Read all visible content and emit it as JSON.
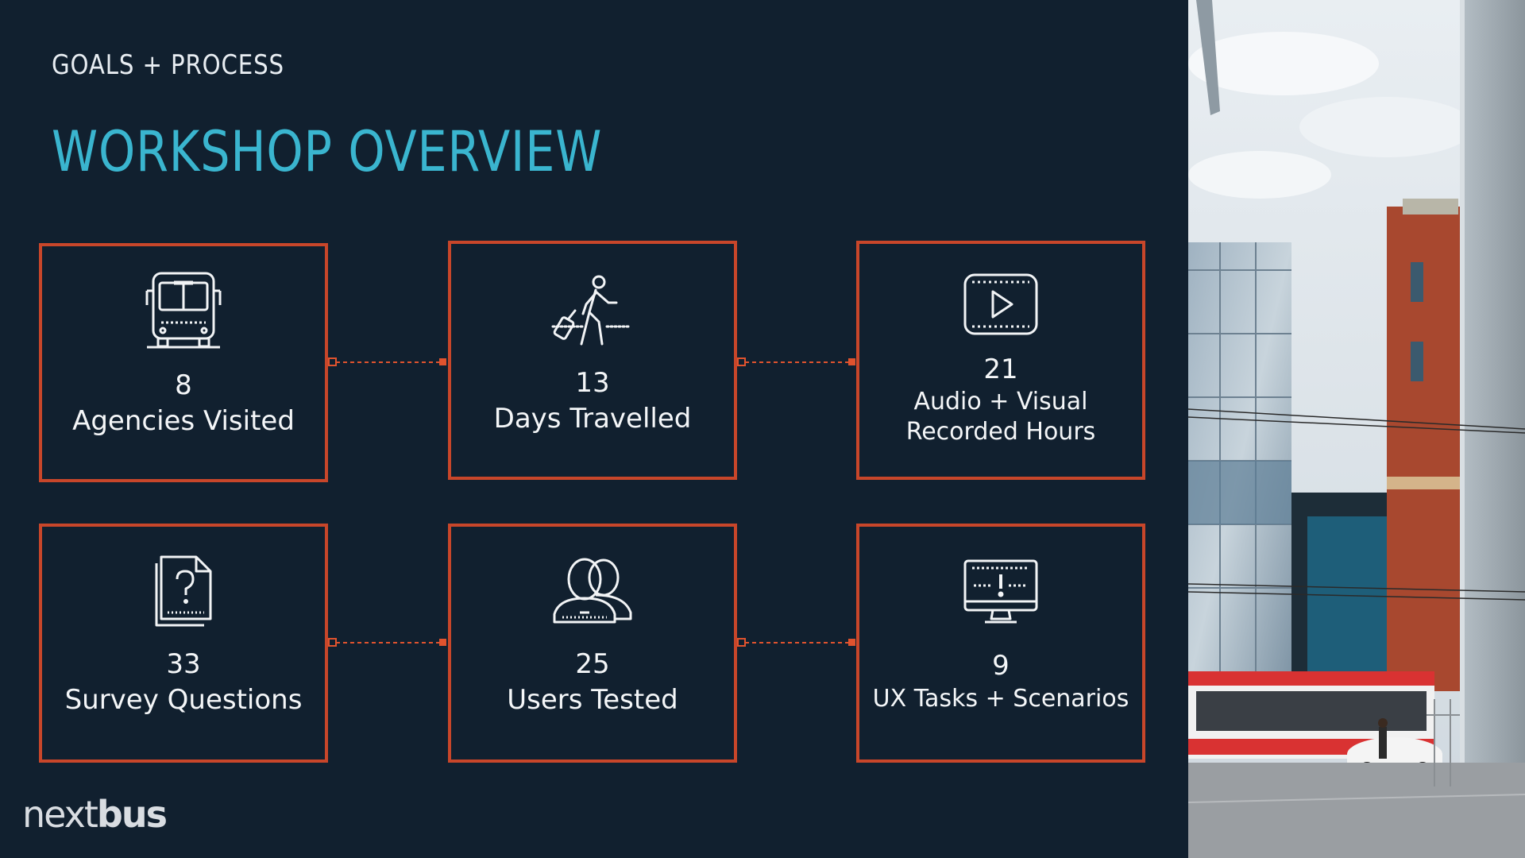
{
  "slide": {
    "kicker": "GOALS + PROCESS",
    "title": "WORKSHOP OVERVIEW"
  },
  "cards": [
    {
      "number": "8",
      "label": "Agencies Visited",
      "icon": "bus-icon"
    },
    {
      "number": "13",
      "label": "Days Travelled",
      "icon": "traveller-icon"
    },
    {
      "number": "21",
      "label_line1": "Audio + Visual",
      "label_line2": "Recorded Hours",
      "icon": "video-play-icon"
    },
    {
      "number": "33",
      "label": "Survey Questions",
      "icon": "question-document-icon"
    },
    {
      "number": "25",
      "label": "Users Tested",
      "icon": "users-icon"
    },
    {
      "number": "9",
      "label": "UX Tasks + Scenarios",
      "icon": "monitor-alert-icon"
    }
  ],
  "logo": {
    "part1": "next",
    "part2": "bus"
  },
  "colors": {
    "background": "#11202f",
    "accent": "#c8462a",
    "title": "#3ab5cf"
  }
}
